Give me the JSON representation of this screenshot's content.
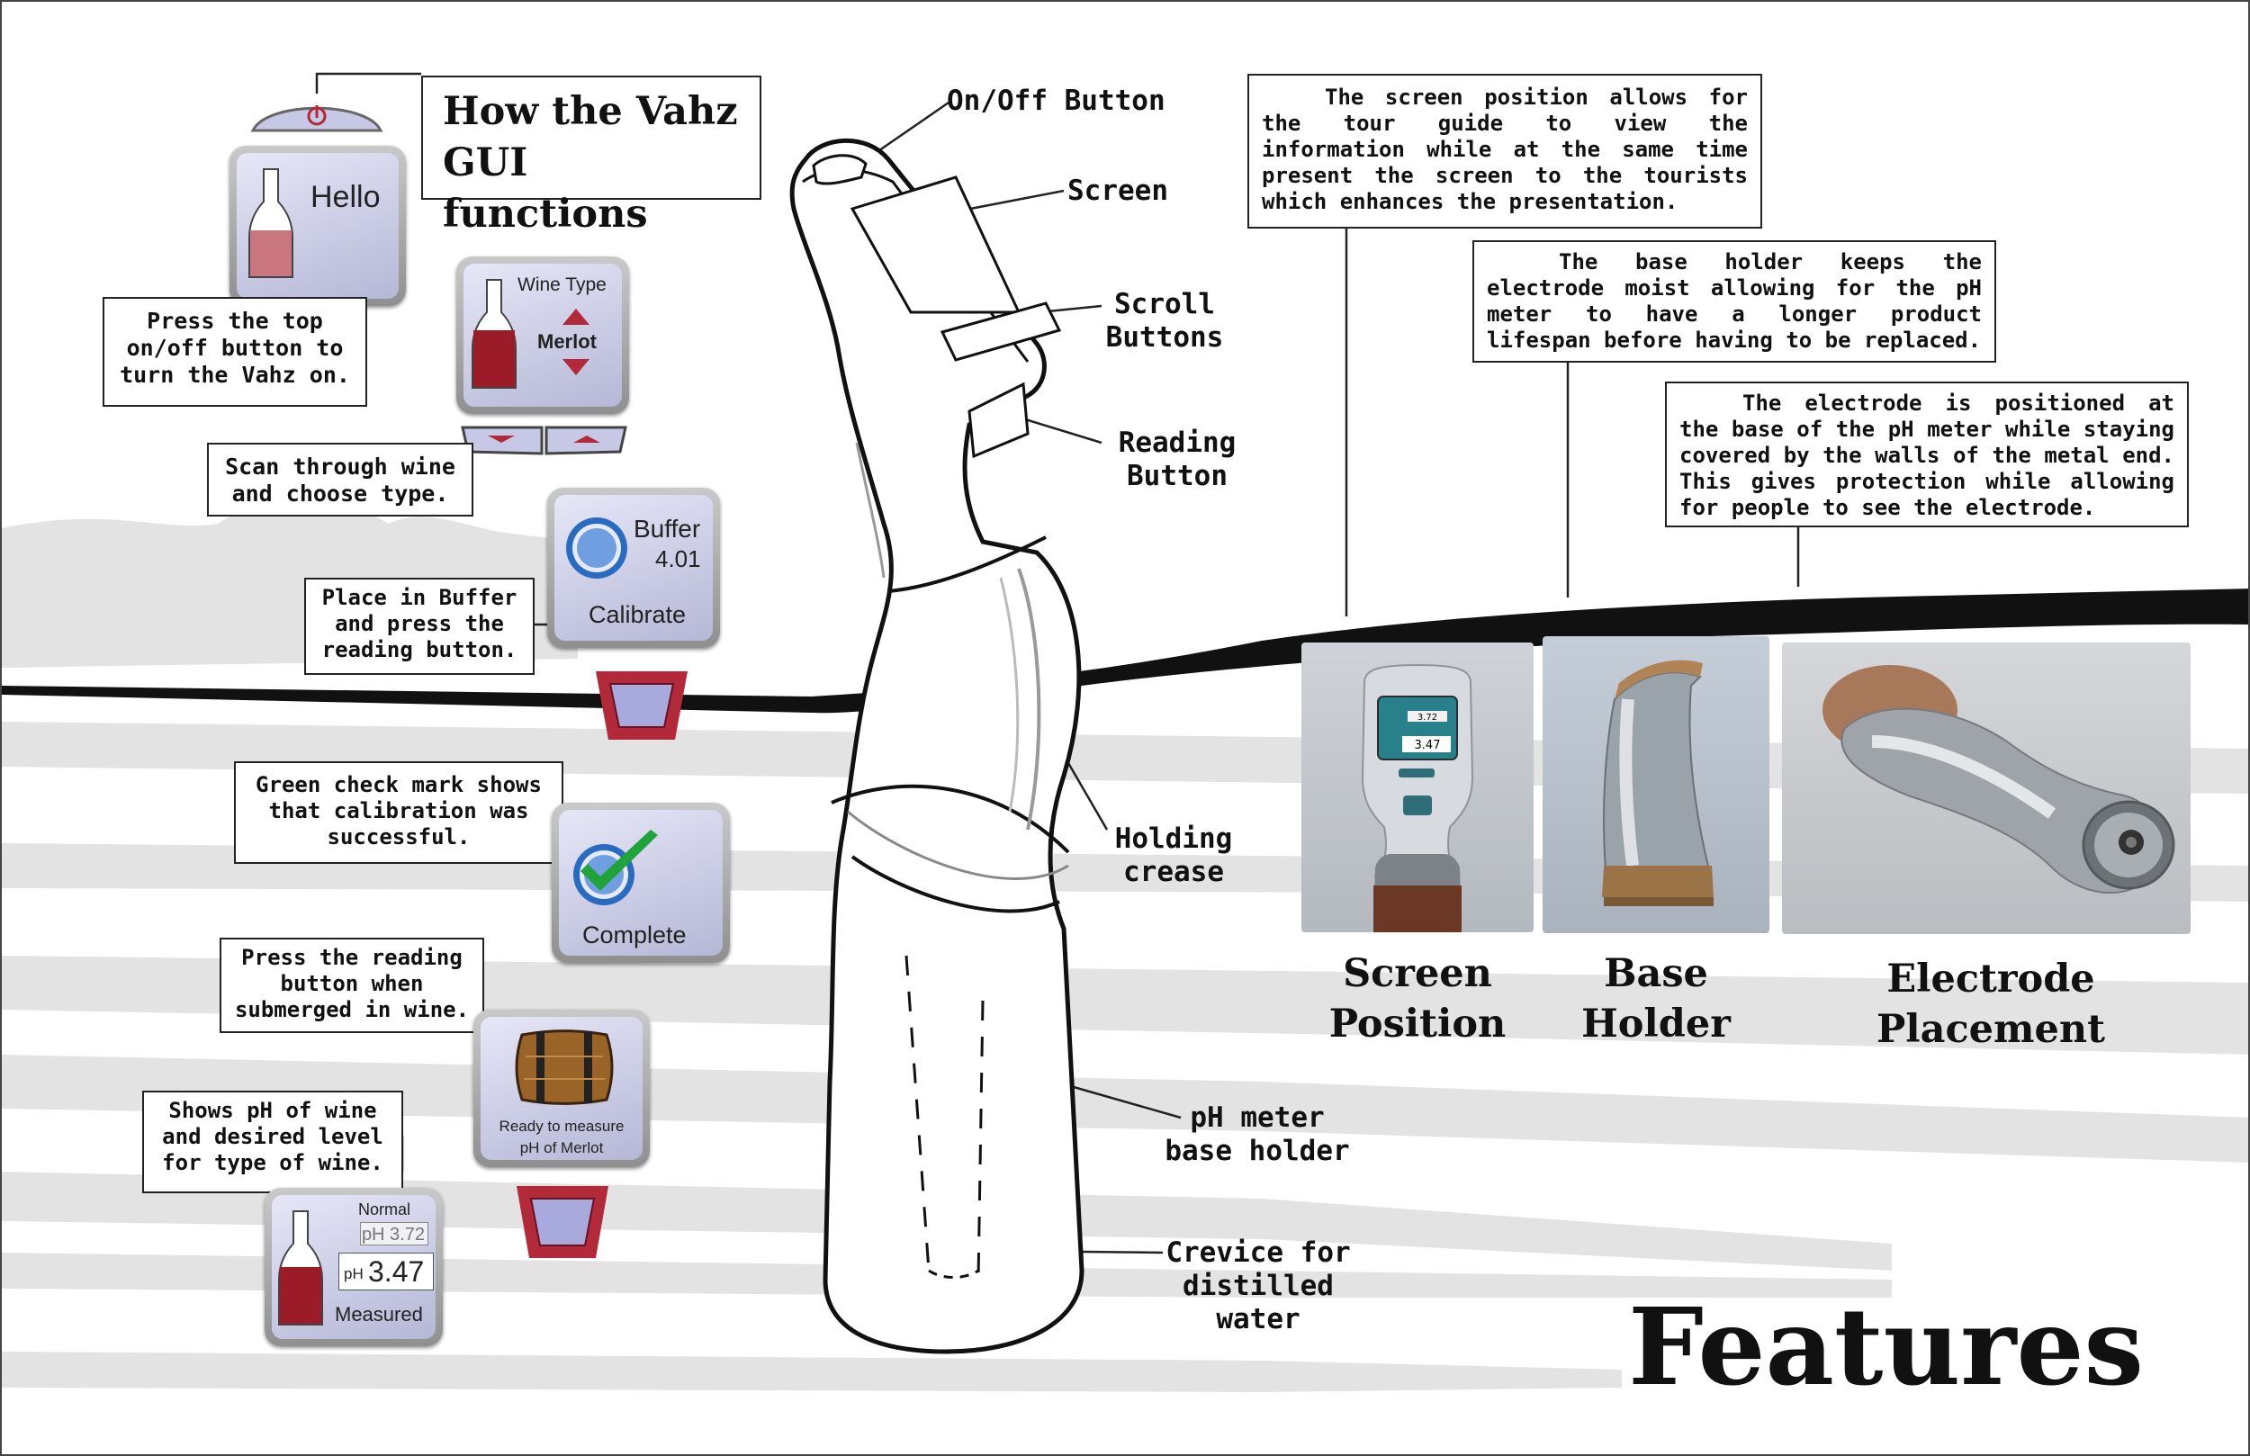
{
  "title": {
    "line1": "How the Vahz",
    "line2": "GUI functions"
  },
  "gui_steps": {
    "hello": {
      "text": "Hello"
    },
    "wine_type": {
      "heading": "Wine Type",
      "value": "Merlot"
    },
    "buffer": {
      "line1": "Buffer",
      "line2": "4.01",
      "line3": "Calibrate"
    },
    "complete": {
      "text": "Complete"
    },
    "ready": {
      "line1": "Ready to measure",
      "line2": "pH of Merlot"
    },
    "measured": {
      "normal_label": "Normal",
      "normal_value": "pH 3.72",
      "measured_value": "3.47",
      "measured_prefix": "pH",
      "measured_label": "Measured"
    }
  },
  "gui_callouts": {
    "power_on": [
      "Press the top",
      "on/off button to",
      "turn the Vahz on."
    ],
    "scan": [
      "Scan through wine",
      "and choose type."
    ],
    "buffer": [
      "Place in Buffer",
      "and press the",
      "reading button."
    ],
    "check": [
      "Green check mark shows",
      "that calibration was",
      "successful."
    ],
    "reading": [
      "Press the reading",
      "button when",
      "submerged in wine."
    ],
    "shows_ph": [
      "Shows pH of wine",
      "and desired level",
      "for type of wine."
    ]
  },
  "device_labels": {
    "on_off": "On/Off Button",
    "screen": "Screen",
    "scroll": [
      "Scroll",
      "Buttons"
    ],
    "reading": [
      "Reading",
      "Button"
    ],
    "holding": [
      "Holding",
      "crease"
    ],
    "base_holder": [
      "pH meter",
      "base holder"
    ],
    "crevice": [
      "Crevice for",
      "distilled",
      "water"
    ]
  },
  "feature_notes": {
    "screen_position": [
      "The screen position allows for",
      "the tour guide to view the",
      "information while at the same time",
      "present the screen to the tourists",
      "which enhances the presentation."
    ],
    "base_holder": [
      "The base holder keeps the",
      "electrode moist allowing for the pH",
      "meter to have a longer product",
      "lifespan before having to be replaced."
    ],
    "electrode": [
      "The electrode is positioned at",
      "the base of the pH meter while staying",
      "covered by the walls of the metal end.",
      "This gives protection while allowing",
      "for people to see the electrode."
    ]
  },
  "features": {
    "screen_position": [
      "Screen",
      "Position"
    ],
    "base_holder": [
      "Base",
      "Holder"
    ],
    "electrode": [
      "Electrode",
      "Placement"
    ],
    "title": "Features"
  },
  "photo_screen_text": {
    "top": "3.72",
    "value": "3.47"
  },
  "colors": {
    "wine": "#9b1c28",
    "button_border": "#b22a3a",
    "screen": "#c6c8e6",
    "check": "#1fa33a",
    "blue_ring": "#2a6bc2",
    "band": "#111111"
  }
}
